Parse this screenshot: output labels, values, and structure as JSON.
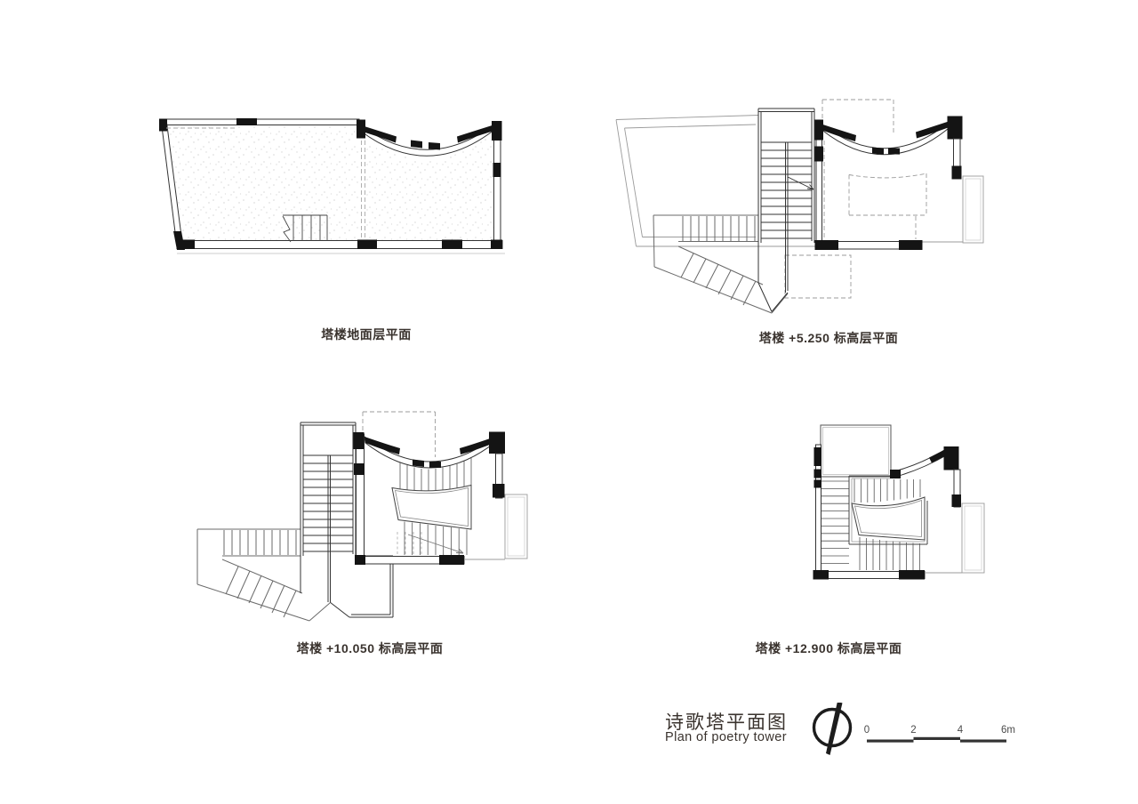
{
  "sheet": {
    "background": "#ffffff"
  },
  "plans": [
    {
      "id": "ground",
      "caption": "塔楼地面层平面"
    },
    {
      "id": "level-5250",
      "caption": "塔楼 +5.250 标高层平面"
    },
    {
      "id": "level-10050",
      "caption": "塔楼 +10.050 标高层平面"
    },
    {
      "id": "level-12900",
      "caption": "塔楼 +12.900 标高层平面"
    }
  ],
  "title_block": {
    "title_zh": "诗歌塔平面图",
    "title_en": "Plan of poetry tower",
    "north_arrow_icon": "north-arrow-icon",
    "scale_bar": {
      "labels": [
        "0",
        "2",
        "4",
        "6m"
      ],
      "segment_length_m": 2
    }
  },
  "colors": {
    "line": "#333333",
    "thin_line": "#9b9b9b",
    "black_fill": "#141414",
    "text": "#3a332e",
    "stipple": "#d6d6d6"
  }
}
